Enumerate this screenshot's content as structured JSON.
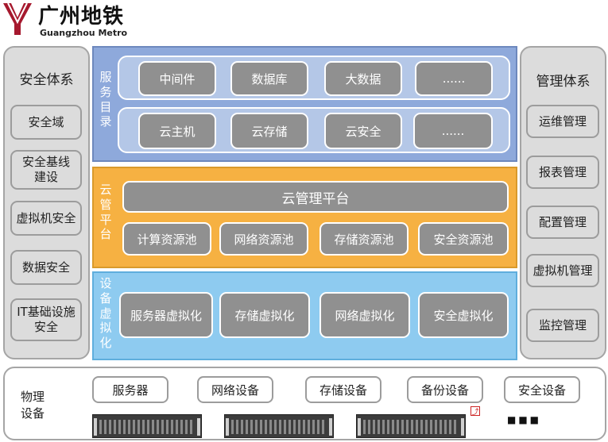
{
  "logo": {
    "cn": "广州地铁",
    "en": "Guangzhou Metro",
    "color": "#a6192e"
  },
  "left_panel": {
    "title": "安全体系",
    "items": [
      "安全域",
      "安全基线建设",
      "虚拟机安全",
      "数据安全",
      "IT基础设施安全"
    ]
  },
  "right_panel": {
    "title": "管理体系",
    "items": [
      "运维管理",
      "报表管理",
      "配置管理",
      "虚拟机管理",
      "监控管理"
    ]
  },
  "service_catalog": {
    "title": "服务目录",
    "row1": [
      "中间件",
      "数据库",
      "大数据",
      "......"
    ],
    "row2": [
      "云主机",
      "云存储",
      "云安全",
      "......"
    ]
  },
  "cloud_platform": {
    "title": "云管平台",
    "main": "云管理平台",
    "pools": [
      "计算资源池",
      "网络资源池",
      "存储资源池",
      "安全资源池"
    ]
  },
  "virtualization": {
    "title": "设备虚拟化",
    "items": [
      "服务器虚拟化",
      "存储虚拟化",
      "网络虚拟化",
      "安全虚拟化"
    ]
  },
  "physical": {
    "title": "物理设备",
    "items": [
      "服务器",
      "网络设备",
      "存储设备",
      "备份设备",
      "安全设备"
    ],
    "more": "■■■"
  }
}
